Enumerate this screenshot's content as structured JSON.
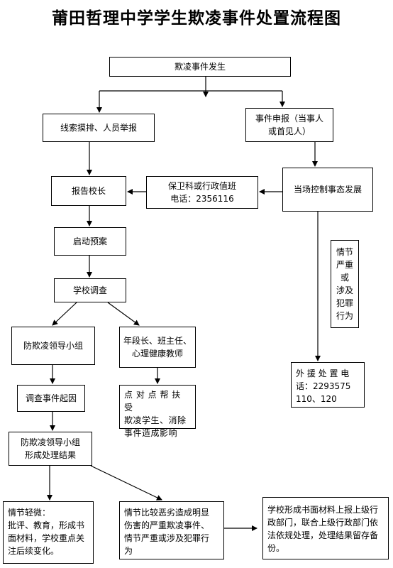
{
  "title": "莆田哲理中学学生欺凌事件处置流程图",
  "nodes": {
    "start": "欺凌事件发生",
    "clue": "线索摸排、人员举报",
    "report_event": [
      "事件申报（当事人",
      "或首见人）"
    ],
    "report_principal": "报告校长",
    "security": [
      "保卫科或行政值班",
      "电话：2356116"
    ],
    "control": "当场控制事态发展",
    "plan": "启动预案",
    "investigate": "学校调查",
    "severe_note": [
      "情节",
      "严重",
      "或",
      "涉及",
      "犯罪",
      "行为"
    ],
    "group": "防欺凌领导小组",
    "teachers": [
      "年段长、班主任、",
      "心理健康教师"
    ],
    "external": [
      "外 援 处 置 电",
      "话：2293575",
      "110、120"
    ],
    "cause": "调查事件起因",
    "help": [
      "点 对 点 帮 扶 受",
      "欺凌学生、消除",
      "事件造成影响"
    ],
    "result": [
      "防欺凌领导小组",
      "形成处理结果"
    ],
    "minor": [
      "情节轻微：",
      "批评、教育，形成书",
      "面材料，学校重点关",
      "注后续变化。"
    ],
    "serious": [
      "情节比较恶劣造成明显",
      "伤害的严重欺凌事件、",
      "情节严重或涉及犯罪行",
      "为"
    ],
    "upper": [
      "学校形成书面材料上报上级行",
      "政部门，联合上级行政部门依",
      "法依规处理，处理结果留存备",
      "份。"
    ]
  }
}
